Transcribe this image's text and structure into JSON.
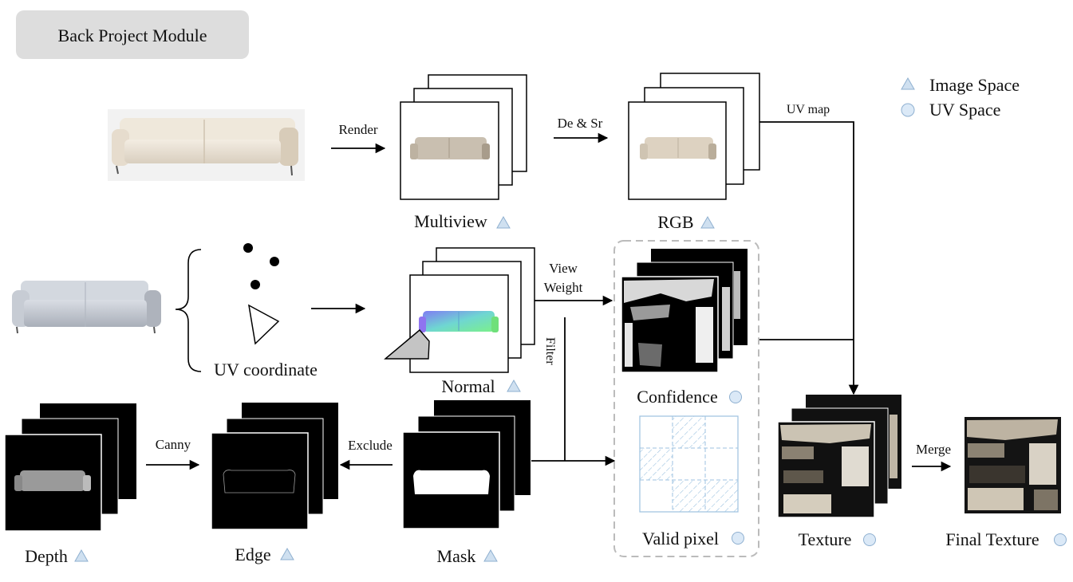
{
  "title": "Back Project Module",
  "legend": {
    "image_space": "Image Space",
    "uv_space": "UV Space"
  },
  "arrows": {
    "render": "Render",
    "de_sr": "De & Sr",
    "uv_map": "UV map",
    "view": "View",
    "weight": "Weight",
    "filter": "Filter",
    "canny": "Canny",
    "exclude": "Exclude",
    "merge": "Merge"
  },
  "nodes": {
    "multiview": "Multiview",
    "rgb": "RGB",
    "uv_coordinate": "UV coordinate",
    "normal": "Normal",
    "confidence": "Confidence",
    "valid_pixel": "Valid pixel",
    "depth": "Depth",
    "edge": "Edge",
    "mask": "Mask",
    "texture": "Texture",
    "final_texture": "Final Texture"
  },
  "colors": {
    "title_box": "#dddddd",
    "triangle_marker": "#cfe0f0",
    "circle_marker": "#dbe9f7",
    "marker_stroke": "#8fb0d0",
    "dashed_border": "#bbbbbb",
    "grid_blue": "#9cc2e0"
  }
}
